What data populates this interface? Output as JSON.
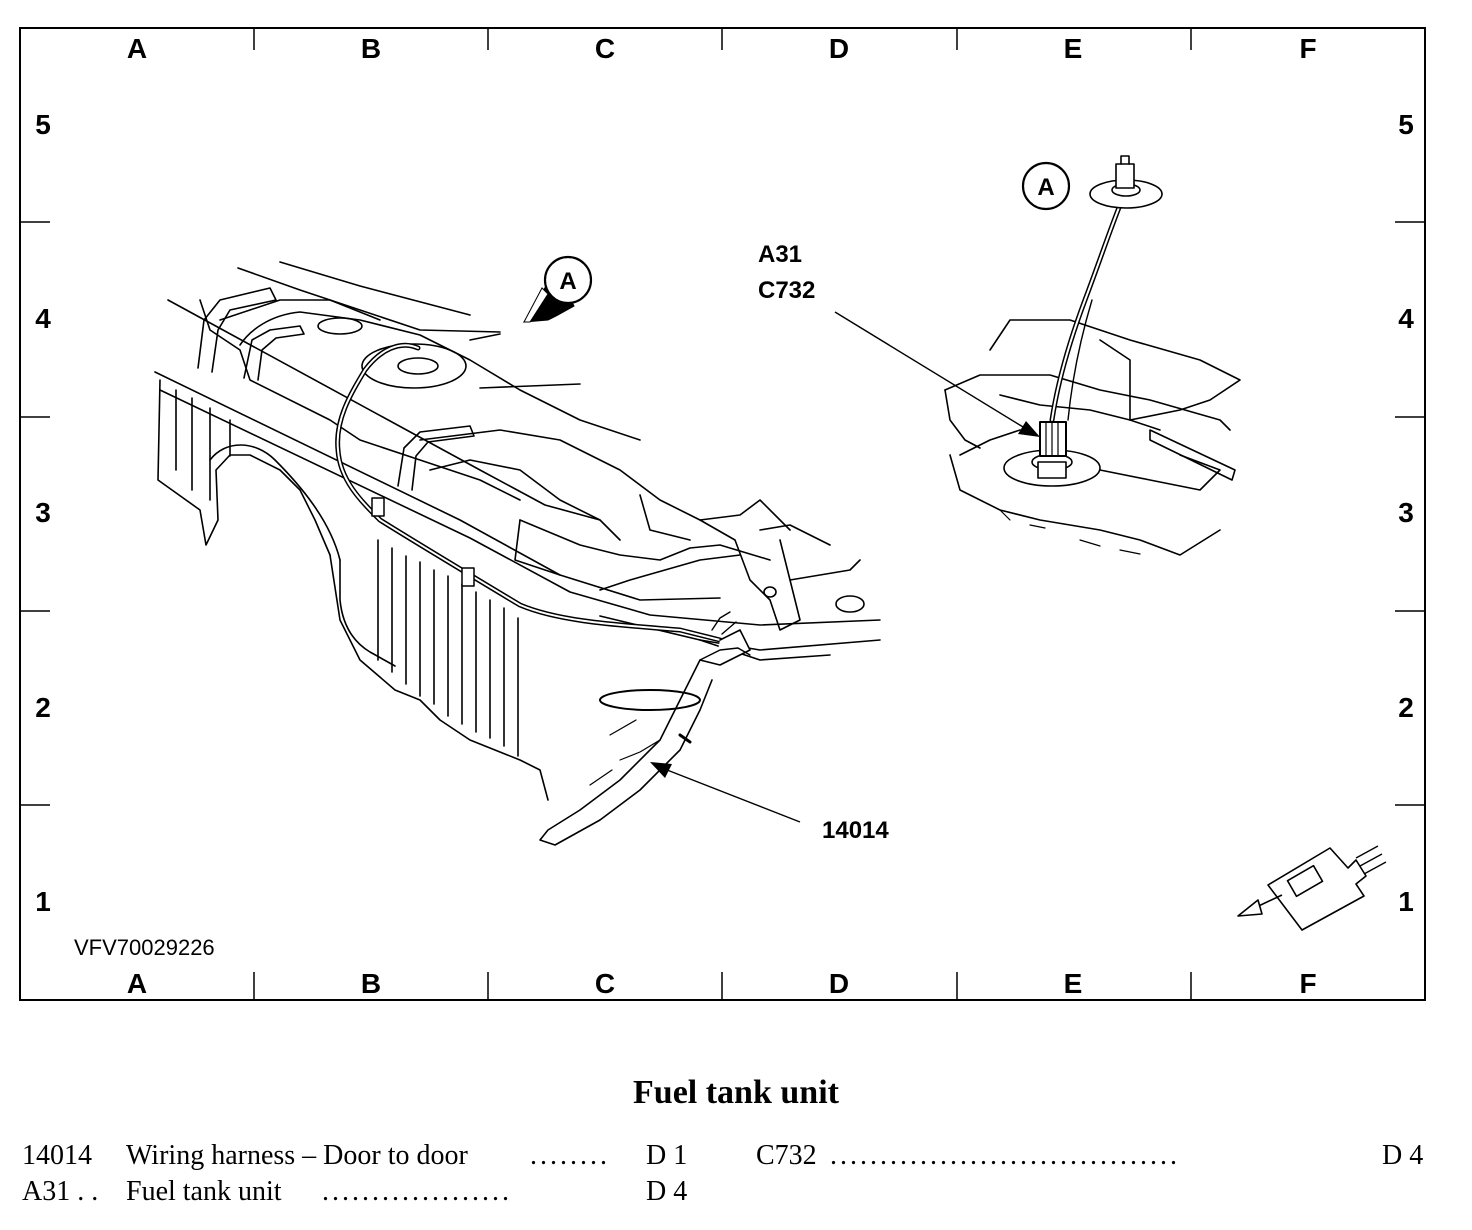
{
  "diagram": {
    "columns": [
      "A",
      "B",
      "C",
      "D",
      "E",
      "F"
    ],
    "rows": [
      "5",
      "4",
      "3",
      "2",
      "1"
    ],
    "drawing_id": "VFV70029226",
    "callouts": {
      "view_marker": "A",
      "view_marker_detail": "A",
      "fuel_tank_unit": "A31",
      "connector": "C732",
      "harness": "14014"
    },
    "icons": [
      "view-arrow-icon",
      "connector-icon"
    ]
  },
  "caption": {
    "title": "Fuel tank unit"
  },
  "legend": [
    {
      "code": "14014",
      "description": "Wiring harness – Door to door",
      "dots": "........",
      "location": "D 1"
    },
    {
      "code": "A31 . .",
      "description": "Fuel tank unit",
      "dots": "...................",
      "location": "D 4"
    },
    {
      "code": "C732",
      "description": "",
      "dots": "...................................",
      "location": "D 4"
    }
  ]
}
